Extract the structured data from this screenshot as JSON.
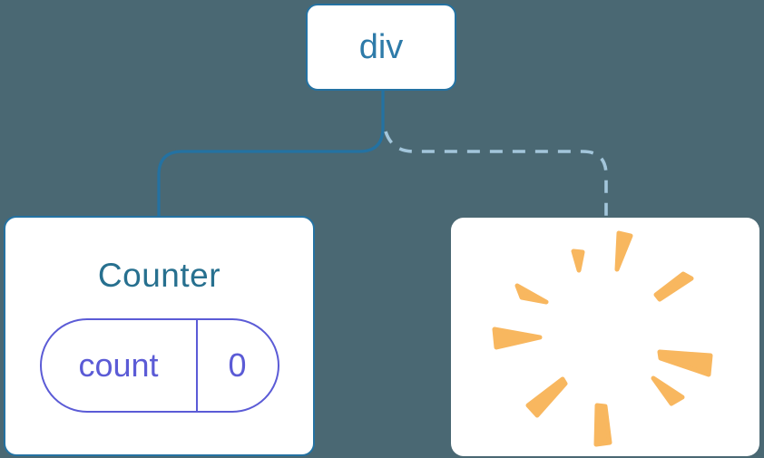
{
  "tree": {
    "root": {
      "label": "div"
    },
    "counter": {
      "title": "Counter",
      "state": {
        "key": "count",
        "value": "0"
      }
    }
  },
  "icons": {
    "poof": "poof-burst-icon"
  },
  "colors": {
    "background": "#4A6873",
    "edge-blue": "#2472A2",
    "edge-dashed": "#A3C6DB",
    "root-label": "#2E7BA9",
    "counter-label": "#27708F",
    "state-purple": "#5B5BD6",
    "node-bg": "#FFFFFF",
    "poof-orange": "#F8B75F"
  }
}
